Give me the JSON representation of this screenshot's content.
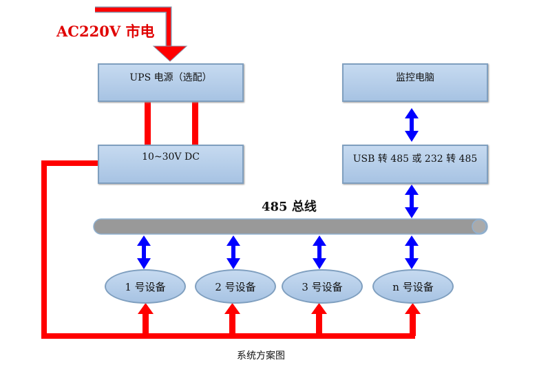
{
  "title_input": "AC220V 市电",
  "boxes": {
    "ups": "UPS 电源（选配）",
    "dc": "10~30V DC",
    "pc": "监控电脑",
    "usb": "USB 转 485 或 232 转 485"
  },
  "bus_label": "485 总线",
  "devices": [
    "1 号设备",
    "2 号设备",
    "3 号设备",
    "n 号设备"
  ],
  "caption": "系统方案图",
  "colors": {
    "power": "#ff0000",
    "signal": "#0000ff",
    "bus": "#999999",
    "box": "#b8d0ec"
  }
}
